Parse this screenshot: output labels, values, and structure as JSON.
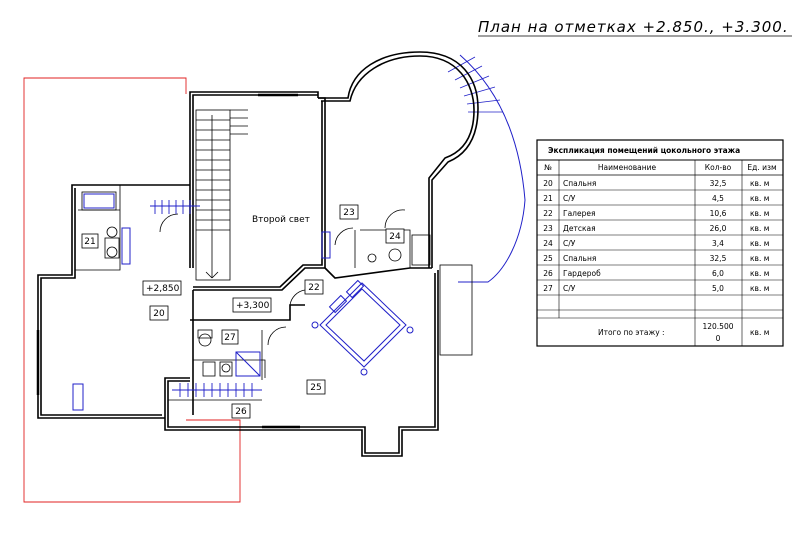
{
  "title": "План на отметках +2.850., +3.300.",
  "levels": {
    "level_a": "+2,850",
    "level_b": "+3,300"
  },
  "second_light": "Второй свет",
  "room_numbers": [
    "20",
    "21",
    "22",
    "23",
    "24",
    "25",
    "26",
    "27"
  ],
  "table": {
    "caption": "Экспликация помещений цокольного этажа",
    "headers": [
      "№",
      "Наименование",
      "Кол-во",
      "Ед. изм"
    ],
    "rows": [
      {
        "n": "20",
        "name": "Спальня",
        "qty": "32,5",
        "unit": "кв. м"
      },
      {
        "n": "21",
        "name": "С/У",
        "qty": "4,5",
        "unit": "кв. м"
      },
      {
        "n": "22",
        "name": "Галерея",
        "qty": "10,6",
        "unit": "кв. м"
      },
      {
        "n": "23",
        "name": "Детская",
        "qty": "26,0",
        "unit": "кв. м"
      },
      {
        "n": "24",
        "name": "С/У",
        "qty": "3,4",
        "unit": "кв. м"
      },
      {
        "n": "25",
        "name": "Спальня",
        "qty": "32,5",
        "unit": "кв. м"
      },
      {
        "n": "26",
        "name": "Гардероб",
        "qty": "6,0",
        "unit": "кв. м"
      },
      {
        "n": "27",
        "name": "С/У",
        "qty": "5,0",
        "unit": "кв. м"
      }
    ],
    "total_label": "Итого по этажу :",
    "total_value_1": "120.500",
    "total_value_2": "0",
    "total_unit": "кв. м"
  }
}
